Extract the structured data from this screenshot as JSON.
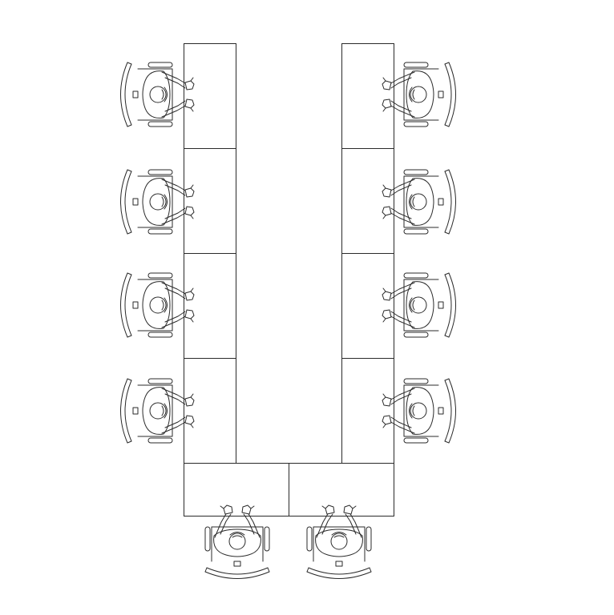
{
  "title": "",
  "layout": "u-shape",
  "colors": {
    "line": "#2a2a2a",
    "background": "#ffffff"
  },
  "tables": [
    {
      "side": "left",
      "index": 1
    },
    {
      "side": "left",
      "index": 2
    },
    {
      "side": "left",
      "index": 3
    },
    {
      "side": "left",
      "index": 4
    },
    {
      "side": "right",
      "index": 1
    },
    {
      "side": "right",
      "index": 2
    },
    {
      "side": "right",
      "index": 3
    },
    {
      "side": "right",
      "index": 4
    },
    {
      "side": "bottom",
      "index": 1
    },
    {
      "side": "bottom",
      "index": 2
    }
  ],
  "seats": [
    {
      "side": "left",
      "count": 4,
      "facing": "right",
      "icon": "seated-person-icon"
    },
    {
      "side": "right",
      "count": 4,
      "facing": "left",
      "icon": "seated-person-icon"
    },
    {
      "side": "bottom",
      "count": 2,
      "facing": "up",
      "icon": "seated-person-icon"
    }
  ]
}
